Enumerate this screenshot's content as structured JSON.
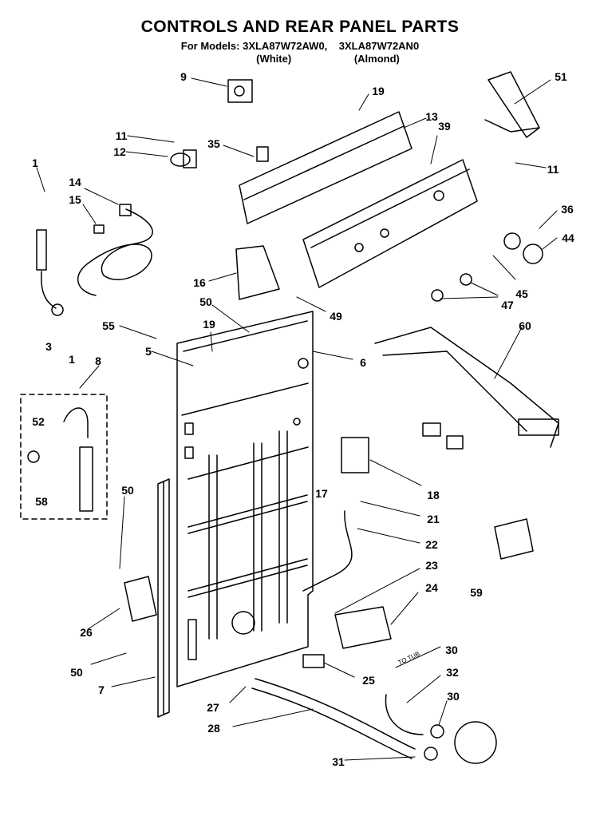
{
  "header": {
    "title": "CONTROLS AND REAR PANEL PARTS",
    "models_prefix": "For Models:",
    "model_1": "3XLA87W72AW0,",
    "model_2": "3XLA87W72AN0",
    "variant_1": "(White)",
    "variant_2": "(Almond)"
  },
  "annotations": {
    "to_tub": "TO TUB"
  },
  "callouts": [
    {
      "id": "c9",
      "text": "9"
    },
    {
      "id": "c19a",
      "text": "19"
    },
    {
      "id": "c51",
      "text": "51"
    },
    {
      "id": "c13",
      "text": "13"
    },
    {
      "id": "c39",
      "text": "39"
    },
    {
      "id": "c11a",
      "text": "11"
    },
    {
      "id": "c12",
      "text": "12"
    },
    {
      "id": "c35",
      "text": "35"
    },
    {
      "id": "c1a",
      "text": "1"
    },
    {
      "id": "c11b",
      "text": "11"
    },
    {
      "id": "c14",
      "text": "14"
    },
    {
      "id": "c15",
      "text": "15"
    },
    {
      "id": "c36",
      "text": "36"
    },
    {
      "id": "c44",
      "text": "44"
    },
    {
      "id": "c16",
      "text": "16"
    },
    {
      "id": "c45",
      "text": "45"
    },
    {
      "id": "c47",
      "text": "47"
    },
    {
      "id": "c50a",
      "text": "50"
    },
    {
      "id": "c49",
      "text": "49"
    },
    {
      "id": "c55",
      "text": "55"
    },
    {
      "id": "c19b",
      "text": "19"
    },
    {
      "id": "c60",
      "text": "60"
    },
    {
      "id": "c3",
      "text": "3"
    },
    {
      "id": "c1b",
      "text": "1"
    },
    {
      "id": "c5",
      "text": "5"
    },
    {
      "id": "c6",
      "text": "6"
    },
    {
      "id": "c8",
      "text": "8"
    },
    {
      "id": "c52",
      "text": "52"
    },
    {
      "id": "c58",
      "text": "58"
    },
    {
      "id": "c17",
      "text": "17"
    },
    {
      "id": "c18",
      "text": "18"
    },
    {
      "id": "c50b",
      "text": "50"
    },
    {
      "id": "c21",
      "text": "21"
    },
    {
      "id": "c22",
      "text": "22"
    },
    {
      "id": "c23",
      "text": "23"
    },
    {
      "id": "c59",
      "text": "59"
    },
    {
      "id": "c24",
      "text": "24"
    },
    {
      "id": "c26",
      "text": "26"
    },
    {
      "id": "c30a",
      "text": "30"
    },
    {
      "id": "c50c",
      "text": "50"
    },
    {
      "id": "c32",
      "text": "32"
    },
    {
      "id": "c25",
      "text": "25"
    },
    {
      "id": "c7",
      "text": "7"
    },
    {
      "id": "c30b",
      "text": "30"
    },
    {
      "id": "c27",
      "text": "27"
    },
    {
      "id": "c28",
      "text": "28"
    },
    {
      "id": "c31",
      "text": "31"
    }
  ]
}
